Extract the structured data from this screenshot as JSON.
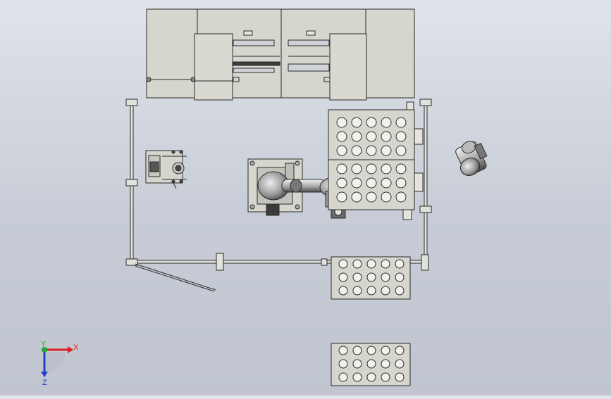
{
  "viewport": {
    "background_top": "#dfe3ea",
    "background_bottom": "#c0c5cf",
    "part_fill": "#d6d6ce",
    "edge_color": "#2b2b2b"
  },
  "triad": {
    "x_label": "X",
    "y_label": "Y",
    "z_label": "Z",
    "x_color": "#d92020",
    "y_color": "#22a83a",
    "z_color": "#2040c8"
  },
  "components": {
    "machine": "machine-enclosure",
    "fence": "safety-fence",
    "robot": "robot-arm",
    "tray_large": "parts-tray-large",
    "tray_small": "parts-tray-small",
    "gripper": "gripper-assembly",
    "feeder": "part-feeder"
  }
}
